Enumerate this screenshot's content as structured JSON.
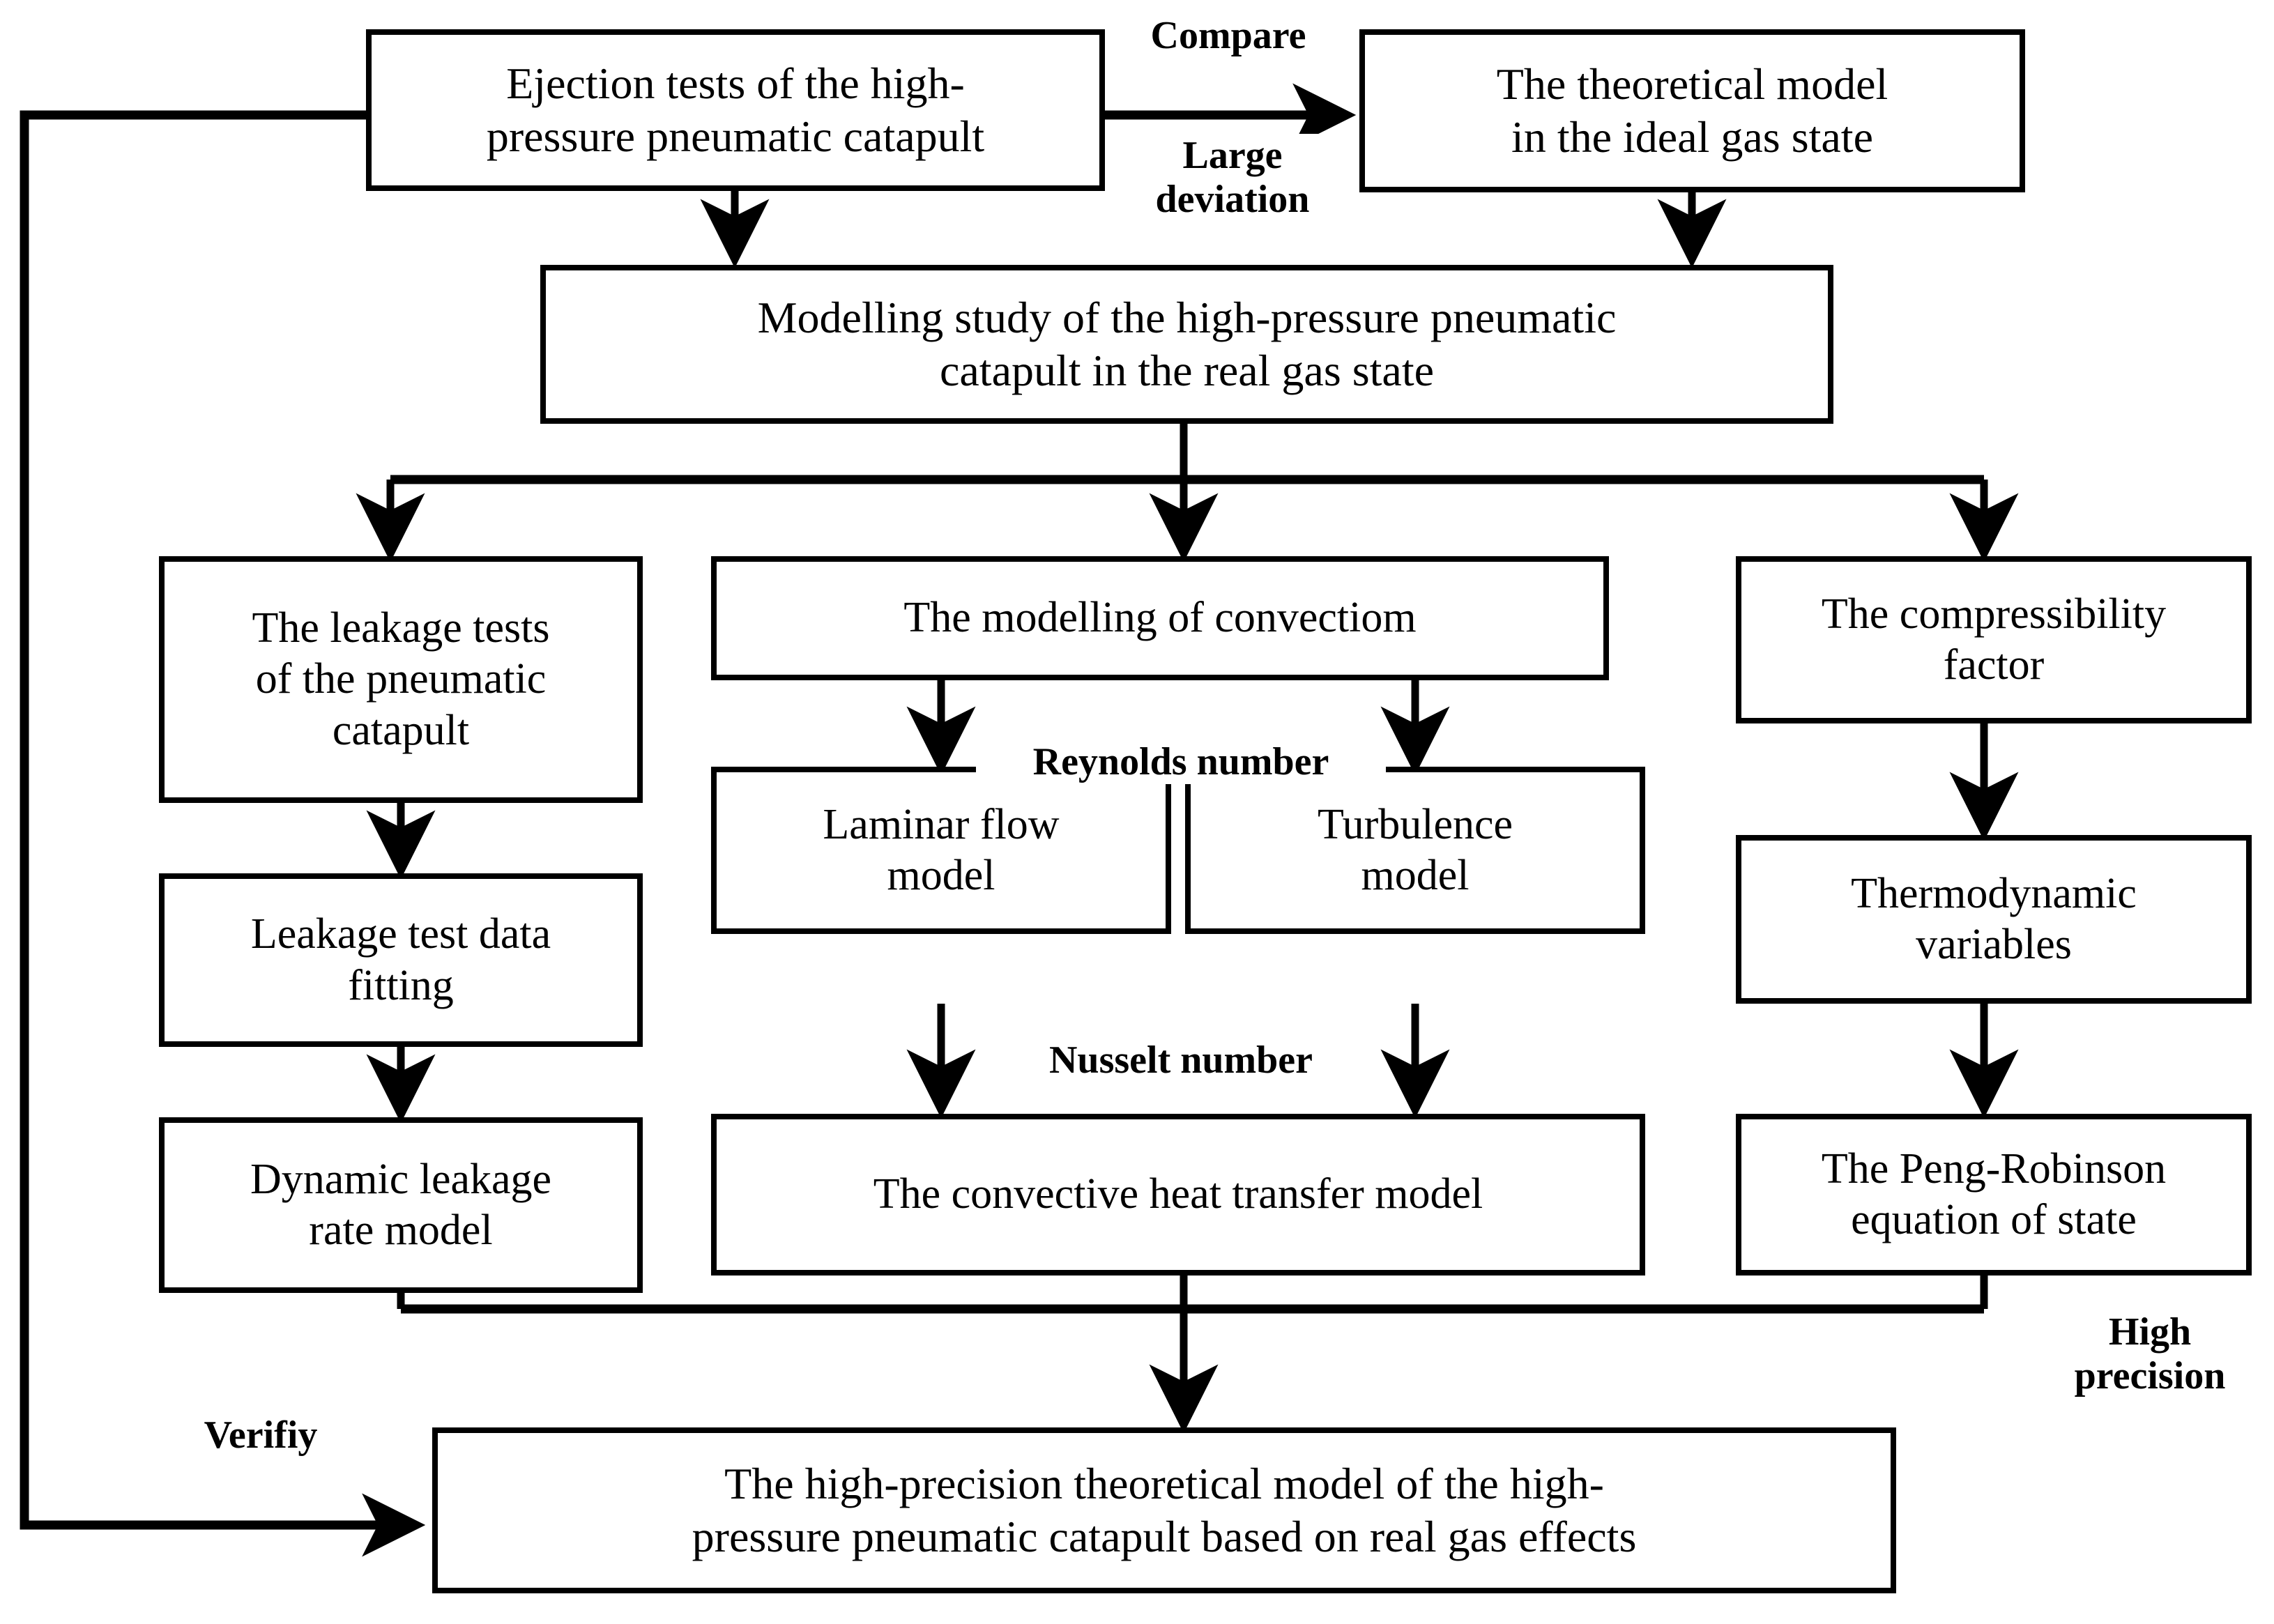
{
  "diagram": {
    "title": "Research methodology flowchart of the high-pressure pneumatic catapult",
    "line_color": "#000000",
    "box_fill": "#ffffff",
    "background": "#ffffff",
    "nodes": [
      {
        "id": "ejection-tests",
        "label": "Ejection tests of the high-\npressure pneumatic catapult"
      },
      {
        "id": "ideal-gas-model",
        "label": "The theoretical model\nin the ideal gas state"
      },
      {
        "id": "modelling-study",
        "label": "Modelling study of the high-pressure pneumatic\ncatapult in the real gas state"
      },
      {
        "id": "leakage-tests",
        "label": "The leakage tests\nof the pneumatic\ncatapult"
      },
      {
        "id": "leakage-fitting",
        "label": "Leakage test data\nfitting"
      },
      {
        "id": "dynamic-leakage",
        "label": "Dynamic leakage\nrate model"
      },
      {
        "id": "convection-modelling",
        "label": "The modelling of convectiom"
      },
      {
        "id": "laminar-flow",
        "label": "Laminar flow\nmodel"
      },
      {
        "id": "turbulence",
        "label": "Turbulence\nmodel"
      },
      {
        "id": "convective-heat",
        "label": "The convective heat transfer model"
      },
      {
        "id": "compressibility",
        "label": "The compressibility\nfactor"
      },
      {
        "id": "thermodynamic-vars",
        "label": "Thermodynamic\nvariables"
      },
      {
        "id": "peng-robinson",
        "label": "The Peng-Robinson\nequation of state"
      },
      {
        "id": "final-model",
        "label": "The high-precision theoretical model of the high-\npressure pneumatic catapult based on real gas effects"
      }
    ],
    "edge_labels": [
      {
        "id": "compare",
        "text": "Compare"
      },
      {
        "id": "large-deviation",
        "text": "Large\ndeviation"
      },
      {
        "id": "reynolds-number",
        "text": "Reynolds number"
      },
      {
        "id": "nusselt-number",
        "text": "Nusselt number"
      },
      {
        "id": "high-precision",
        "text": "High\nprecision"
      },
      {
        "id": "verifiy",
        "text": "Verifiy"
      }
    ]
  }
}
